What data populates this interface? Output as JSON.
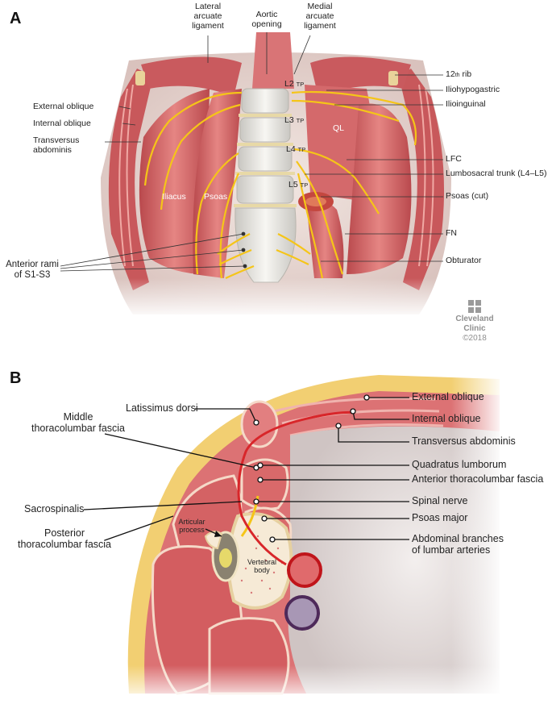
{
  "panel_a": {
    "label": "A",
    "labels": {
      "lateral_arcuate": "Lateral\narcuate\nligament",
      "aortic_opening": "Aortic\nopening",
      "medial_arcuate": "Medial\narcuate\nligament",
      "external_oblique": "External oblique",
      "internal_oblique": "Internal oblique",
      "transversus": "Transversus\nabdominis",
      "rib12_num": "12",
      "rib12_sub": "th",
      "rib12_txt": "rib",
      "iliohypogastric": "Iliohypogastric",
      "ilioinguinal": "Ilioinguinal",
      "lfc": "LFC",
      "lumbosacral": "Lumbosacral trunk (L4–L5)",
      "psoas_cut": "Psoas (cut)",
      "fn": "FN",
      "obturator": "Obturator",
      "anterior_rami": "Anterior rami\nof S1-S3",
      "iliacus": "Iliacus",
      "psoas": "Psoas",
      "ql": "QL",
      "l2": "L2",
      "l3": "L3",
      "l4": "L4",
      "l5": "L5",
      "tp": "TP"
    },
    "logo": {
      "name": "Cleveland\nClinic",
      "copyright": "©2018"
    }
  },
  "panel_b": {
    "label": "B",
    "labels": {
      "latissimus": "Latissimus dorsi",
      "middle_tlf": "Middle\nthoracolumbar fascia",
      "sacrospinalis": "Sacrospinalis",
      "posterior_tlf": "Posterior\nthoracolumbar fascia",
      "external_oblique": "External oblique",
      "internal_oblique": "Internal oblique",
      "transversus": "Transversus abdominis",
      "quadratus": "Quadratus lumborum",
      "anterior_tlf": "Anterior thoracolumbar fascia",
      "spinal_nerve": "Spinal nerve",
      "psoas_major": "Psoas major",
      "abdominal_branches": "Abdominal branches\nof lumbar arteries",
      "articular": "Articular\nprocess",
      "vertebral_body": "Vertebral\nbody"
    }
  },
  "colors": {
    "muscle": "#d9696a",
    "muscle_dark": "#b84a4e",
    "muscle_light": "#f0a9a4",
    "fat": "#f2cf72",
    "nerve": "#f5c518",
    "spine": "#e8e6e0",
    "artery": "#d8262a",
    "vein": "#7d5a8c",
    "cavity": "#e9e3e2"
  }
}
